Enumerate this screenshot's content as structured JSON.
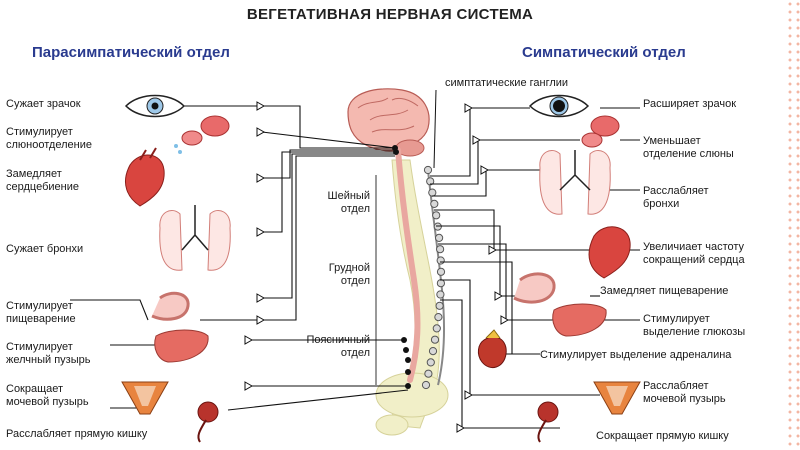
{
  "title": "ВЕГЕТАТИВНАЯ НЕРВНАЯ СИСТЕМА",
  "parasympathetic": {
    "heading": "Парасимпатический отдел",
    "effects": [
      "Сужает зрачок",
      "Стимулирует\nслюноотделение",
      "Замедляет\nсердцебиение",
      "Сужает бронхи",
      "Стимулирует\nпищеварение",
      "Стимулирует\nжелчный пузырь",
      "Сокращает\nмочевой пузырь",
      "Расслабляет прямую кишку"
    ]
  },
  "sympathetic": {
    "heading": "Симпатический отдел",
    "ganglia_label": "симптатические ганглии",
    "effects": [
      "Расширяет зрачок",
      "Уменьшает\nотделение слюны",
      "Расслабляет\nбронхи",
      "Увеличиает частоту\nсокращений сердца",
      "Замедляет пищеварение",
      "Стимулирует\nвыделение глюкозы",
      "Стимулирует выделение адреналина",
      "Расслабляет\nмочевой пузырь",
      "Сокращает прямую кишку"
    ]
  },
  "spine_regions": {
    "cervical": "Шейный\nотдел",
    "thoracic": "Грудной\nотдел",
    "lumbar": "Поясничный\nотдел"
  },
  "colors": {
    "heading": "#2a3b8f",
    "nerve": "#111111",
    "brain": "#f4b9b0",
    "spinal_cord": "#e9a7a0",
    "organ": "#e05a55",
    "bone": "#f1efc8"
  }
}
